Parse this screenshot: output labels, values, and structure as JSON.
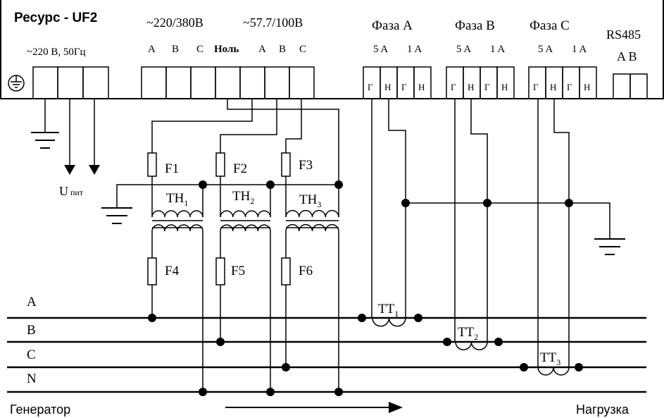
{
  "device": {
    "title": "Ресурс - UF2",
    "power": "~220 В, 50Гц"
  },
  "voltage_inputs": {
    "range_high": "~220/380В",
    "range_low": "~57.7/100В",
    "terminals_high": [
      "A",
      "B",
      "C"
    ],
    "neutral": "Ноль",
    "terminals_low": [
      "A",
      "B",
      "C"
    ]
  },
  "current_inputs": [
    {
      "phase": "Фаза A",
      "ranges": [
        "5 A",
        "1 A"
      ],
      "terminals": [
        "Г",
        "Н",
        "Г",
        "Н"
      ]
    },
    {
      "phase": "Фаза B",
      "ranges": [
        "5 A",
        "1 A"
      ],
      "terminals": [
        "Г",
        "Н",
        "Г",
        "Н"
      ]
    },
    {
      "phase": "Фаза C",
      "ranges": [
        "5 A",
        "1 A"
      ],
      "terminals": [
        "Г",
        "Н",
        "Г",
        "Н"
      ]
    }
  ],
  "rs485": {
    "label": "RS485",
    "terminals": "A B"
  },
  "supply_label": {
    "main": "U",
    "sub": "пит"
  },
  "fuses": [
    "F1",
    "F2",
    "F3",
    "F4",
    "F5",
    "F6"
  ],
  "voltage_transformers": [
    {
      "main": "TH",
      "sub": "1"
    },
    {
      "main": "TH",
      "sub": "2"
    },
    {
      "main": "TH",
      "sub": "3"
    }
  ],
  "current_transformers": [
    {
      "main": "TT",
      "sub": "1"
    },
    {
      "main": "TT",
      "sub": "2"
    },
    {
      "main": "TT",
      "sub": "3"
    }
  ],
  "bus_lines": [
    "A",
    "B",
    "C",
    "N"
  ],
  "generator": "Генератор",
  "load": "Нагрузка"
}
